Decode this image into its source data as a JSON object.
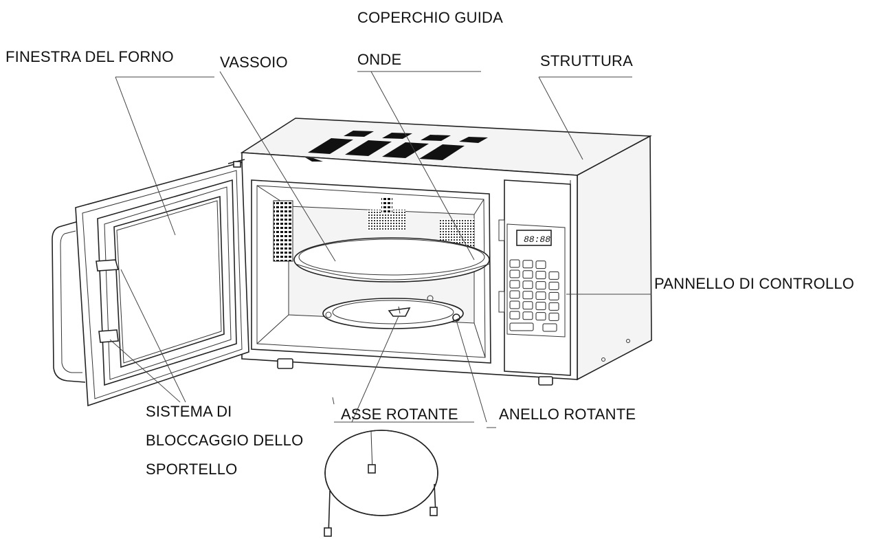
{
  "labels": {
    "coperchio_guida": "COPERCHIO  GUIDA",
    "onde": "ONDE",
    "finestra_del_forno": "FINESTRA DEL FORNO",
    "vassoio": "VASSOIO",
    "struttura": "STRUTTURA",
    "pannello_di_controllo": "PANNELLO DI CONTROLLO",
    "sistema_di": "SISTEMA  DI",
    "bloccaggio_dello": "BLOCCAGGIO  DELLO",
    "sportello": "SPORTELLO",
    "asse_rotante": "ASSE ROTANTE",
    "anello_rotante": "ANELLO ROTANTE"
  },
  "display": {
    "clock": "88:88"
  },
  "colors": {
    "ink": "#111111",
    "line": "#222222",
    "background": "#ffffff"
  }
}
